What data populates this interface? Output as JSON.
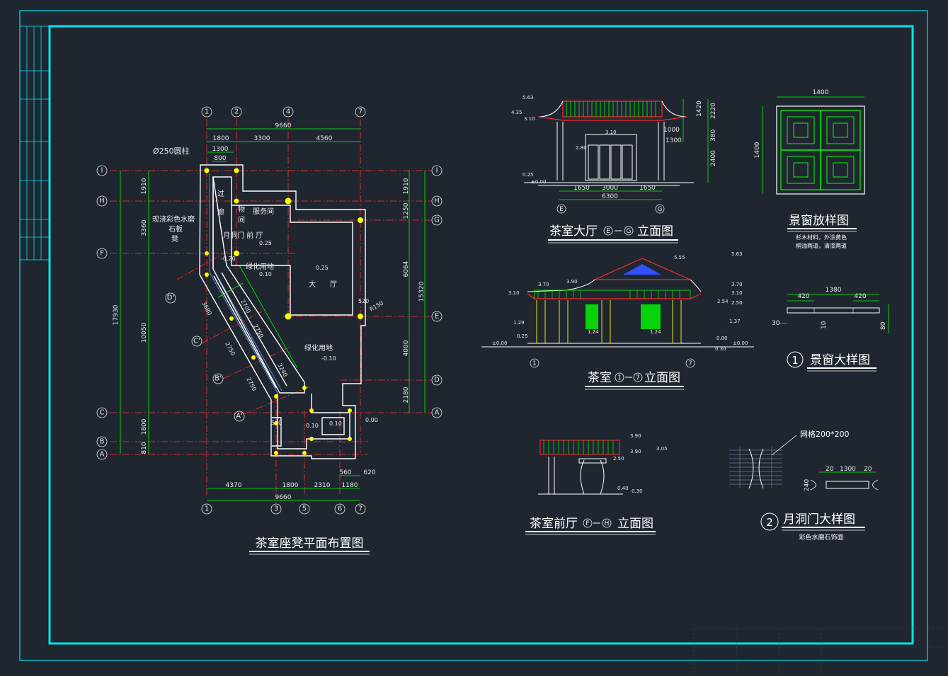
{
  "titles": {
    "plan": "茶室座凳平面布置图",
    "hall_elev": "茶室大厅",
    "hall_elev_axes": [
      "E",
      "G"
    ],
    "hall_elev_suffix": "立面图",
    "side_elev": "茶室",
    "side_elev_axes": [
      "1",
      "7"
    ],
    "side_elev_suffix": "立面图",
    "front_elev": "茶室前厅",
    "front_elev_axes": [
      "F",
      "H"
    ],
    "front_elev_suffix": "立面图",
    "window_sample": "景窗放样图",
    "window_sample_note1": "杉木材料，外涂黄色",
    "window_sample_note2": "桐油两道，清漆两道",
    "window_detail_num": "1",
    "window_detail": "景窗大样图",
    "moon_num": "2",
    "moon_detail": "月洞门大样图",
    "moon_note": "彩色水磨石饰面",
    "mesh_note": "网格200*200"
  },
  "plan": {
    "col_axes_top": [
      "1",
      "2",
      "4",
      "7"
    ],
    "col_axes_bottom": [
      "1",
      "3",
      "5",
      "6",
      "7"
    ],
    "row_axes_left": [
      "I",
      "H",
      "F",
      "D'",
      "C'",
      "B'",
      "A'",
      "C",
      "B",
      "A"
    ],
    "row_axes_right": [
      "I",
      "H",
      "G",
      "E",
      "D",
      "A"
    ],
    "dims_top": [
      "9660",
      "1800",
      "3300",
      "4560",
      "1300",
      "800"
    ],
    "dims_bottom": [
      "4370",
      "1800",
      "2310",
      "1180",
      "9660",
      "560",
      "620"
    ],
    "dims_left": [
      "17930",
      "1910",
      "3360",
      "10050",
      "1800",
      "810"
    ],
    "dims_right": [
      "15320",
      "1910",
      "1250",
      "6064",
      "4000",
      "2180"
    ],
    "labels": {
      "column": "Ø250圆柱",
      "corridor1": "过",
      "corridor2": "廊",
      "storage1": "物",
      "storage2": "间",
      "service": "服务间",
      "moon_front": "月洞门  前   厅",
      "hall1": "大",
      "hall2": "厅",
      "green1": "绿化用地",
      "green2": "绿化用地",
      "bench1": "现浇彩色水磨",
      "bench2": "石板",
      "bench3": "凳",
      "diag_dims": [
        "2700",
        "2750",
        "2750",
        "2750",
        "3680",
        "3240"
      ],
      "elev_vals": [
        "0.25",
        "0.10",
        "0.25",
        "-0.10",
        "0.10",
        "0.10",
        "0.00",
        "-0.20"
      ],
      "d500": "500",
      "d520": "520",
      "r150": "R150"
    }
  },
  "hall_elev": {
    "levels": [
      "5.63",
      "4.35",
      "3.10",
      "3.10",
      "2.80",
      "0.25",
      "±0.00"
    ],
    "dims_bottom": [
      "1650",
      "3000",
      "1650",
      "6300"
    ],
    "dims_right": [
      "2220",
      "380",
      "2400",
      "1420",
      "1000",
      "1300"
    ],
    "axes": [
      "E",
      "G"
    ]
  },
  "side_elev": {
    "levels_left": [
      "3.70",
      "3.90",
      "3.10",
      "1.29",
      "0.25",
      "±0.00"
    ],
    "levels_right": [
      "5.63",
      "3.70",
      "3.10",
      "2.54",
      "2.50",
      "1.37",
      "0.80",
      "0.30",
      "±0.00"
    ],
    "level_top": "5.55",
    "marks": [
      "1.24",
      "1.24"
    ],
    "axes": [
      "1",
      "7"
    ]
  },
  "front_elev": {
    "levels": [
      "3.90",
      "3.90",
      "3.05",
      "2.50",
      "0.40",
      "0.30"
    ]
  },
  "window_sample": {
    "width": "1400",
    "height": "1400"
  },
  "window_detail": {
    "dims": [
      "1380",
      "420",
      "420",
      "30",
      "10",
      "80"
    ]
  },
  "moon_detail": {
    "dims": [
      "20",
      "1300",
      "20",
      "240"
    ]
  },
  "colors": {
    "frame": "#00e5ee",
    "background": "#1f2630",
    "wall": "#ffffff",
    "axis": "#ff3030",
    "dim": "#00ff00",
    "column": "#ffff00",
    "roof_red": "#ff2a2a",
    "glass": "#3050ff"
  }
}
